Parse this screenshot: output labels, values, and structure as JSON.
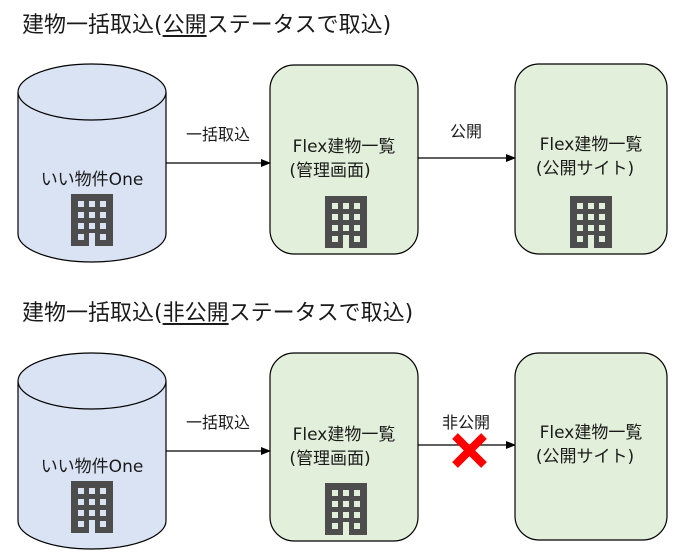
{
  "colors": {
    "cylinder_fill": "#dae3f3",
    "box_fill": "#e2efda",
    "stroke": "#000000",
    "building_icon": "#4d4d4d",
    "building_window": "#dae3f3",
    "cross": "#ff0000",
    "text": "#1a1a1a"
  },
  "sections": [
    {
      "title": {
        "prefix": "建物一括取込(",
        "underlined": "公開",
        "suffix": "ステータスで取込)"
      },
      "source": {
        "label": "いい物件One",
        "icon": "building-icon"
      },
      "import_edge": {
        "label": "一括取込"
      },
      "admin": {
        "line1": "Flex建物一覧",
        "line2": "(管理画面)",
        "icon": "building-icon"
      },
      "publish_edge": {
        "label": "公開",
        "blocked": false
      },
      "public": {
        "line1": "Flex建物一覧",
        "line2": "(公開サイト)",
        "icon": "building-icon"
      }
    },
    {
      "title": {
        "prefix": "建物一括取込(",
        "underlined": "非公開",
        "suffix": "ステータスで取込)"
      },
      "source": {
        "label": "いい物件One",
        "icon": "building-icon"
      },
      "import_edge": {
        "label": "一括取込"
      },
      "admin": {
        "line1": "Flex建物一覧",
        "line2": "(管理画面)",
        "icon": "building-icon"
      },
      "publish_edge": {
        "label": "非公開",
        "blocked": true,
        "blocked_icon": "cross-icon"
      },
      "public": {
        "line1": "Flex建物一覧",
        "line2": "(公開サイト)",
        "icon": null
      }
    }
  ]
}
